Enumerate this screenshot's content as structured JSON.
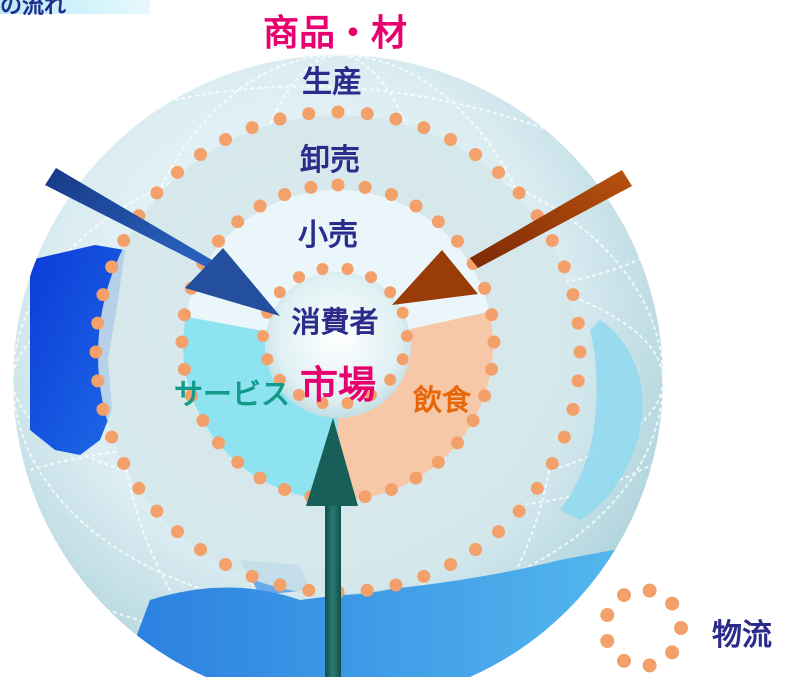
{
  "corner_caption": "の流れ",
  "labels": {
    "goods": "商品・材",
    "production": "生産",
    "wholesale": "卸売",
    "retail": "小売",
    "consumer": "消費者",
    "market": "市場",
    "service": "サービス",
    "food": "飲食"
  },
  "legend": {
    "label": "物流"
  },
  "colors": {
    "goods": "#e8006e",
    "market": "#e8006e",
    "navy_text": "#2b2b8c",
    "service": "#129a8a",
    "food": "#e8670c",
    "dots": "#f3a06a",
    "arrow_left": "#1a3f8f",
    "arrow_right": "#c4500c",
    "arrow_bottom": "#17655f"
  }
}
